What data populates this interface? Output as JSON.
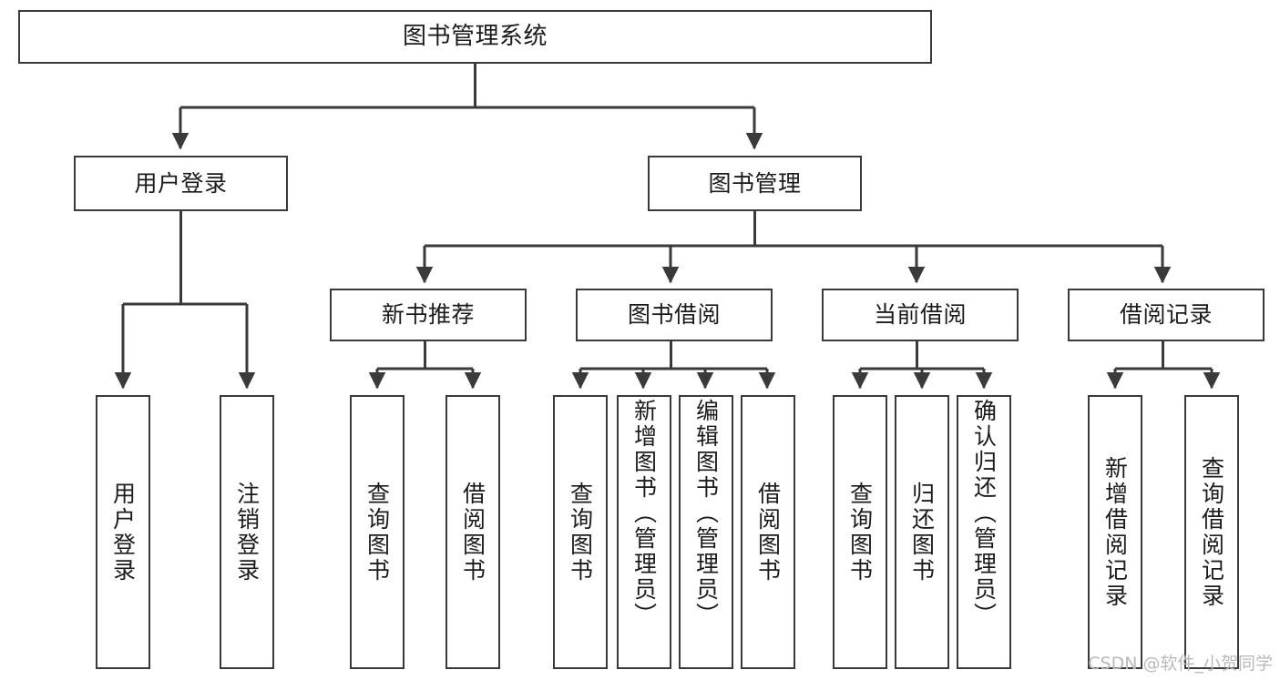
{
  "diagram": {
    "type": "tree-hierarchy",
    "title": "图书管理系统",
    "watermark": "CSDN @软件_小贺同学",
    "colors": {
      "stroke": "#3a3a3a",
      "fill": "#ffffff",
      "text": "#1b1b1b",
      "watermark": "#b9b9b9"
    },
    "levels": {
      "root": {
        "label": "图书管理系统"
      },
      "level2": [
        {
          "id": "user-login",
          "label": "用户登录"
        },
        {
          "id": "book-management",
          "label": "图书管理"
        }
      ],
      "level3": [
        {
          "id": "new-book-recommend",
          "label": "新书推荐",
          "parent": "book-management"
        },
        {
          "id": "book-borrow",
          "label": "图书借阅",
          "parent": "book-management"
        },
        {
          "id": "current-borrow",
          "label": "当前借阅",
          "parent": "book-management"
        },
        {
          "id": "borrow-record",
          "label": "借阅记录",
          "parent": "book-management"
        }
      ],
      "leaves": [
        {
          "id": "leaf-user-login",
          "label": "用户登录",
          "parent": "user-login"
        },
        {
          "id": "leaf-logout",
          "label": "注销登录",
          "parent": "user-login"
        },
        {
          "id": "leaf-query-book-1",
          "label": "查询图书",
          "parent": "new-book-recommend"
        },
        {
          "id": "leaf-borrow-book-1",
          "label": "借阅图书",
          "parent": "new-book-recommend"
        },
        {
          "id": "leaf-query-book-2",
          "label": "查询图书",
          "parent": "book-borrow"
        },
        {
          "id": "leaf-add-book",
          "label": "新增图书（管理员）",
          "parent": "book-borrow"
        },
        {
          "id": "leaf-edit-book",
          "label": "编辑图书（管理员）",
          "parent": "book-borrow"
        },
        {
          "id": "leaf-borrow-book-2",
          "label": "借阅图书",
          "parent": "book-borrow"
        },
        {
          "id": "leaf-query-book-3",
          "label": "查询图书",
          "parent": "current-borrow"
        },
        {
          "id": "leaf-return-book",
          "label": "归还图书",
          "parent": "current-borrow"
        },
        {
          "id": "leaf-confirm-return",
          "label": "确认归还（管理员）",
          "parent": "current-borrow"
        },
        {
          "id": "leaf-add-record",
          "label": "新增借阅记录",
          "parent": "borrow-record"
        },
        {
          "id": "leaf-query-record",
          "label": "查询借阅记录",
          "parent": "borrow-record"
        }
      ]
    }
  }
}
